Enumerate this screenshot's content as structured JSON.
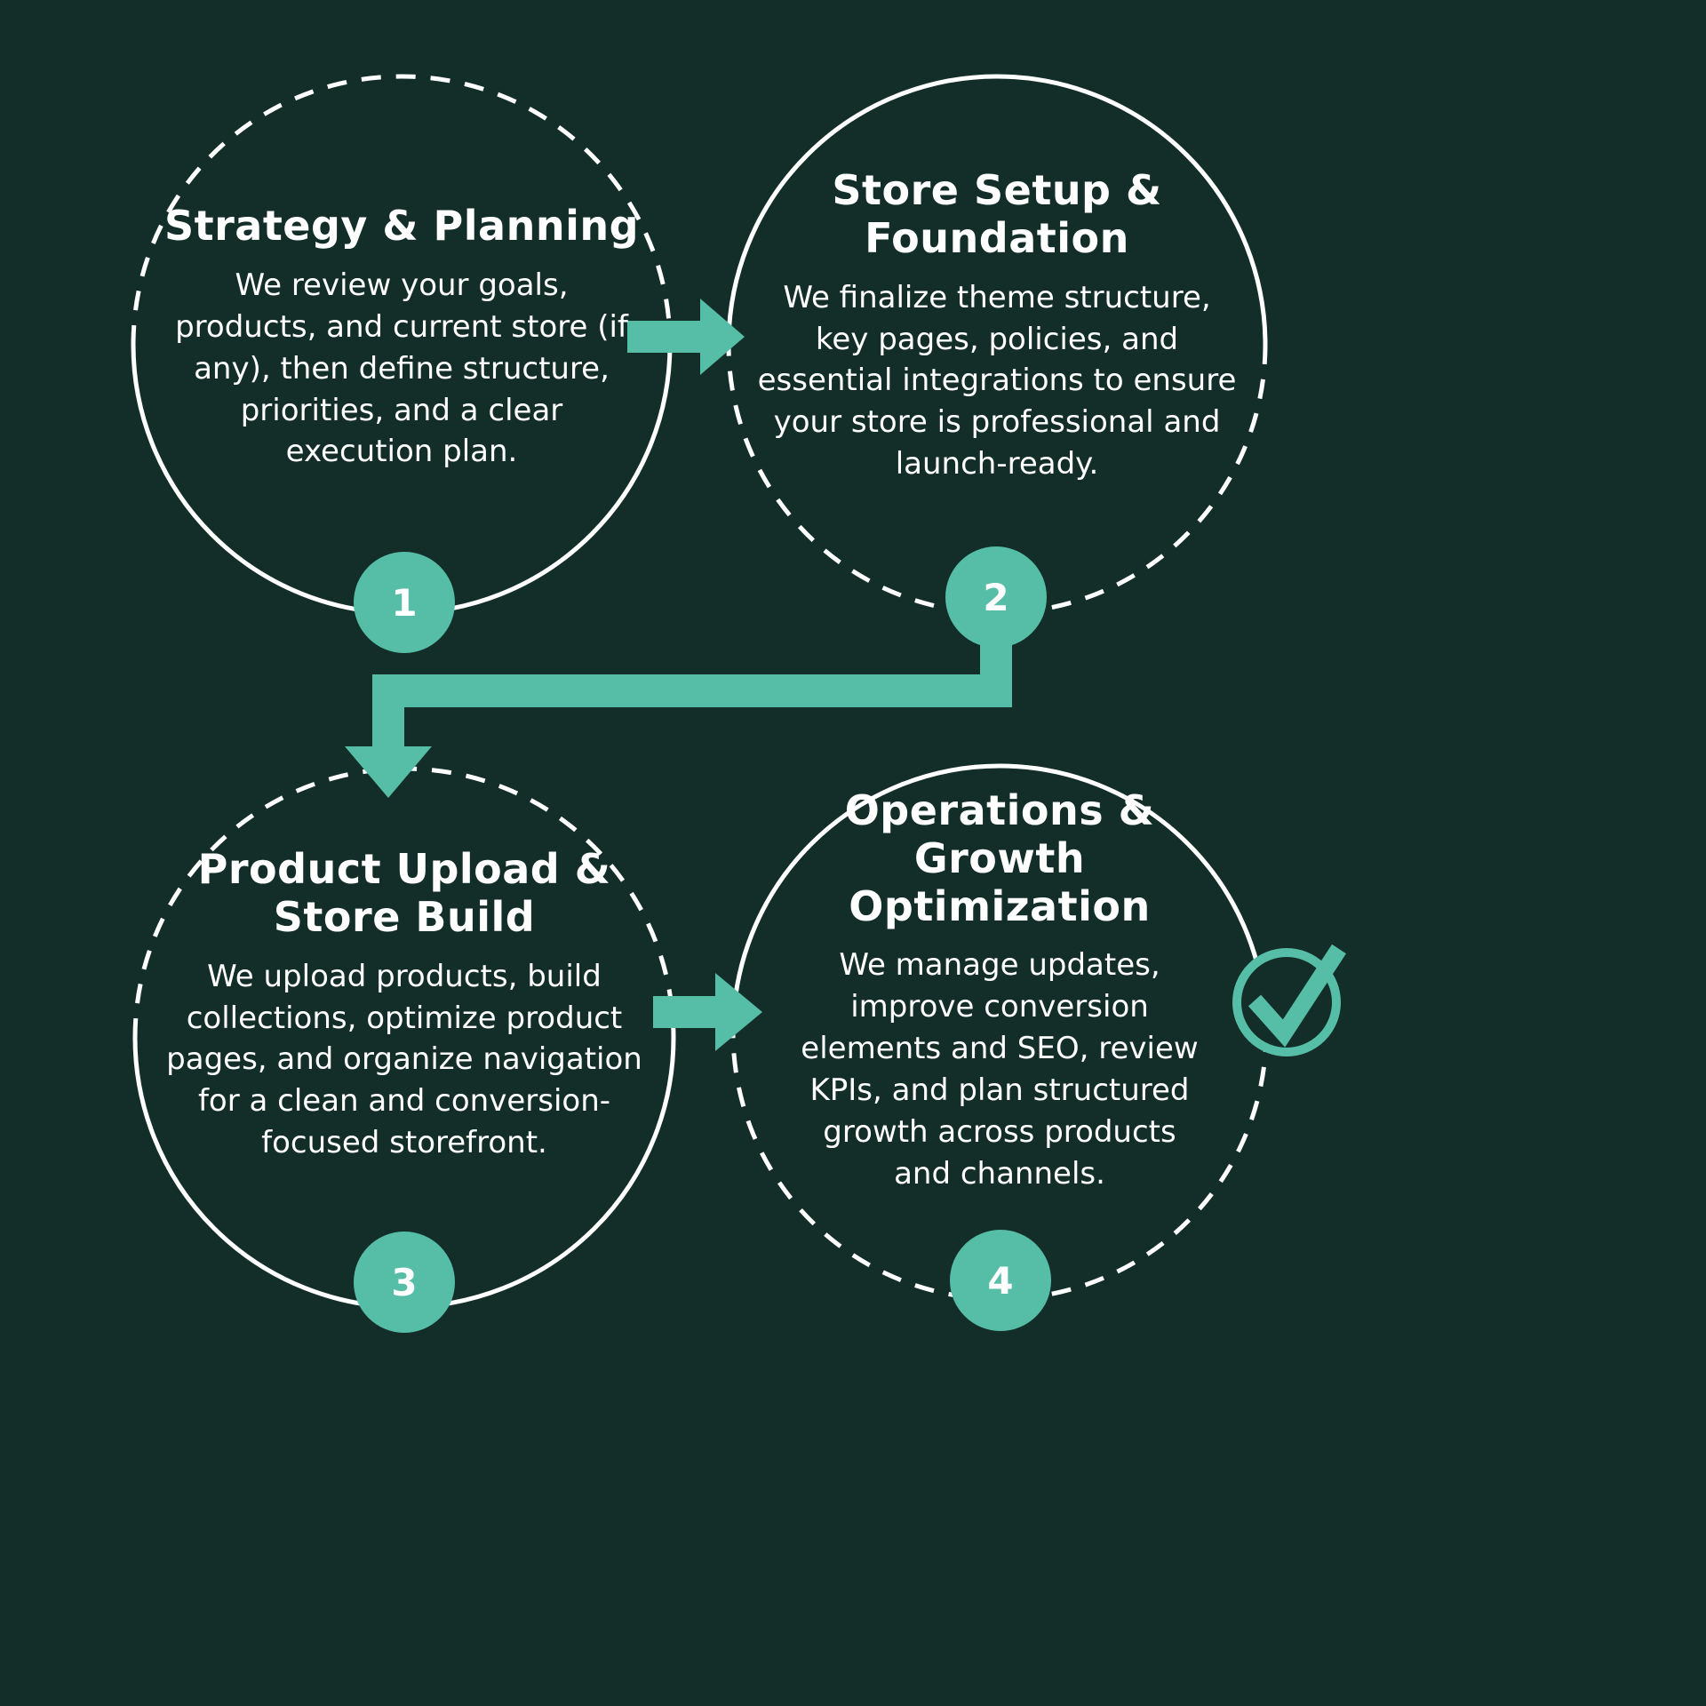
{
  "colors": {
    "background": "#132e28",
    "accent": "#56bda7",
    "text": "#ffffff",
    "circle_outline": "#ffffff"
  },
  "steps": [
    {
      "number": "1",
      "title": "Strategy & Planning",
      "description": "We review your goals, products, and current store (if any), then define structure, priorities, and a clear execution plan."
    },
    {
      "number": "2",
      "title": "Store Setup & Foundation",
      "description": "We finalize theme structure, key pages, policies, and essential integrations to ensure your store is professional and launch-ready."
    },
    {
      "number": "3",
      "title": "Product Upload & Store Build",
      "description": "We upload products, build collections, optimize product pages, and organize navigation for a clean and conversion-focused storefront."
    },
    {
      "number": "4",
      "title": "Operations & Growth Optimization",
      "description": "We manage updates, improve conversion elements and SEO, review KPIs, and plan structured growth across products and channels."
    }
  ],
  "icons": {
    "checkmark": "✓"
  }
}
